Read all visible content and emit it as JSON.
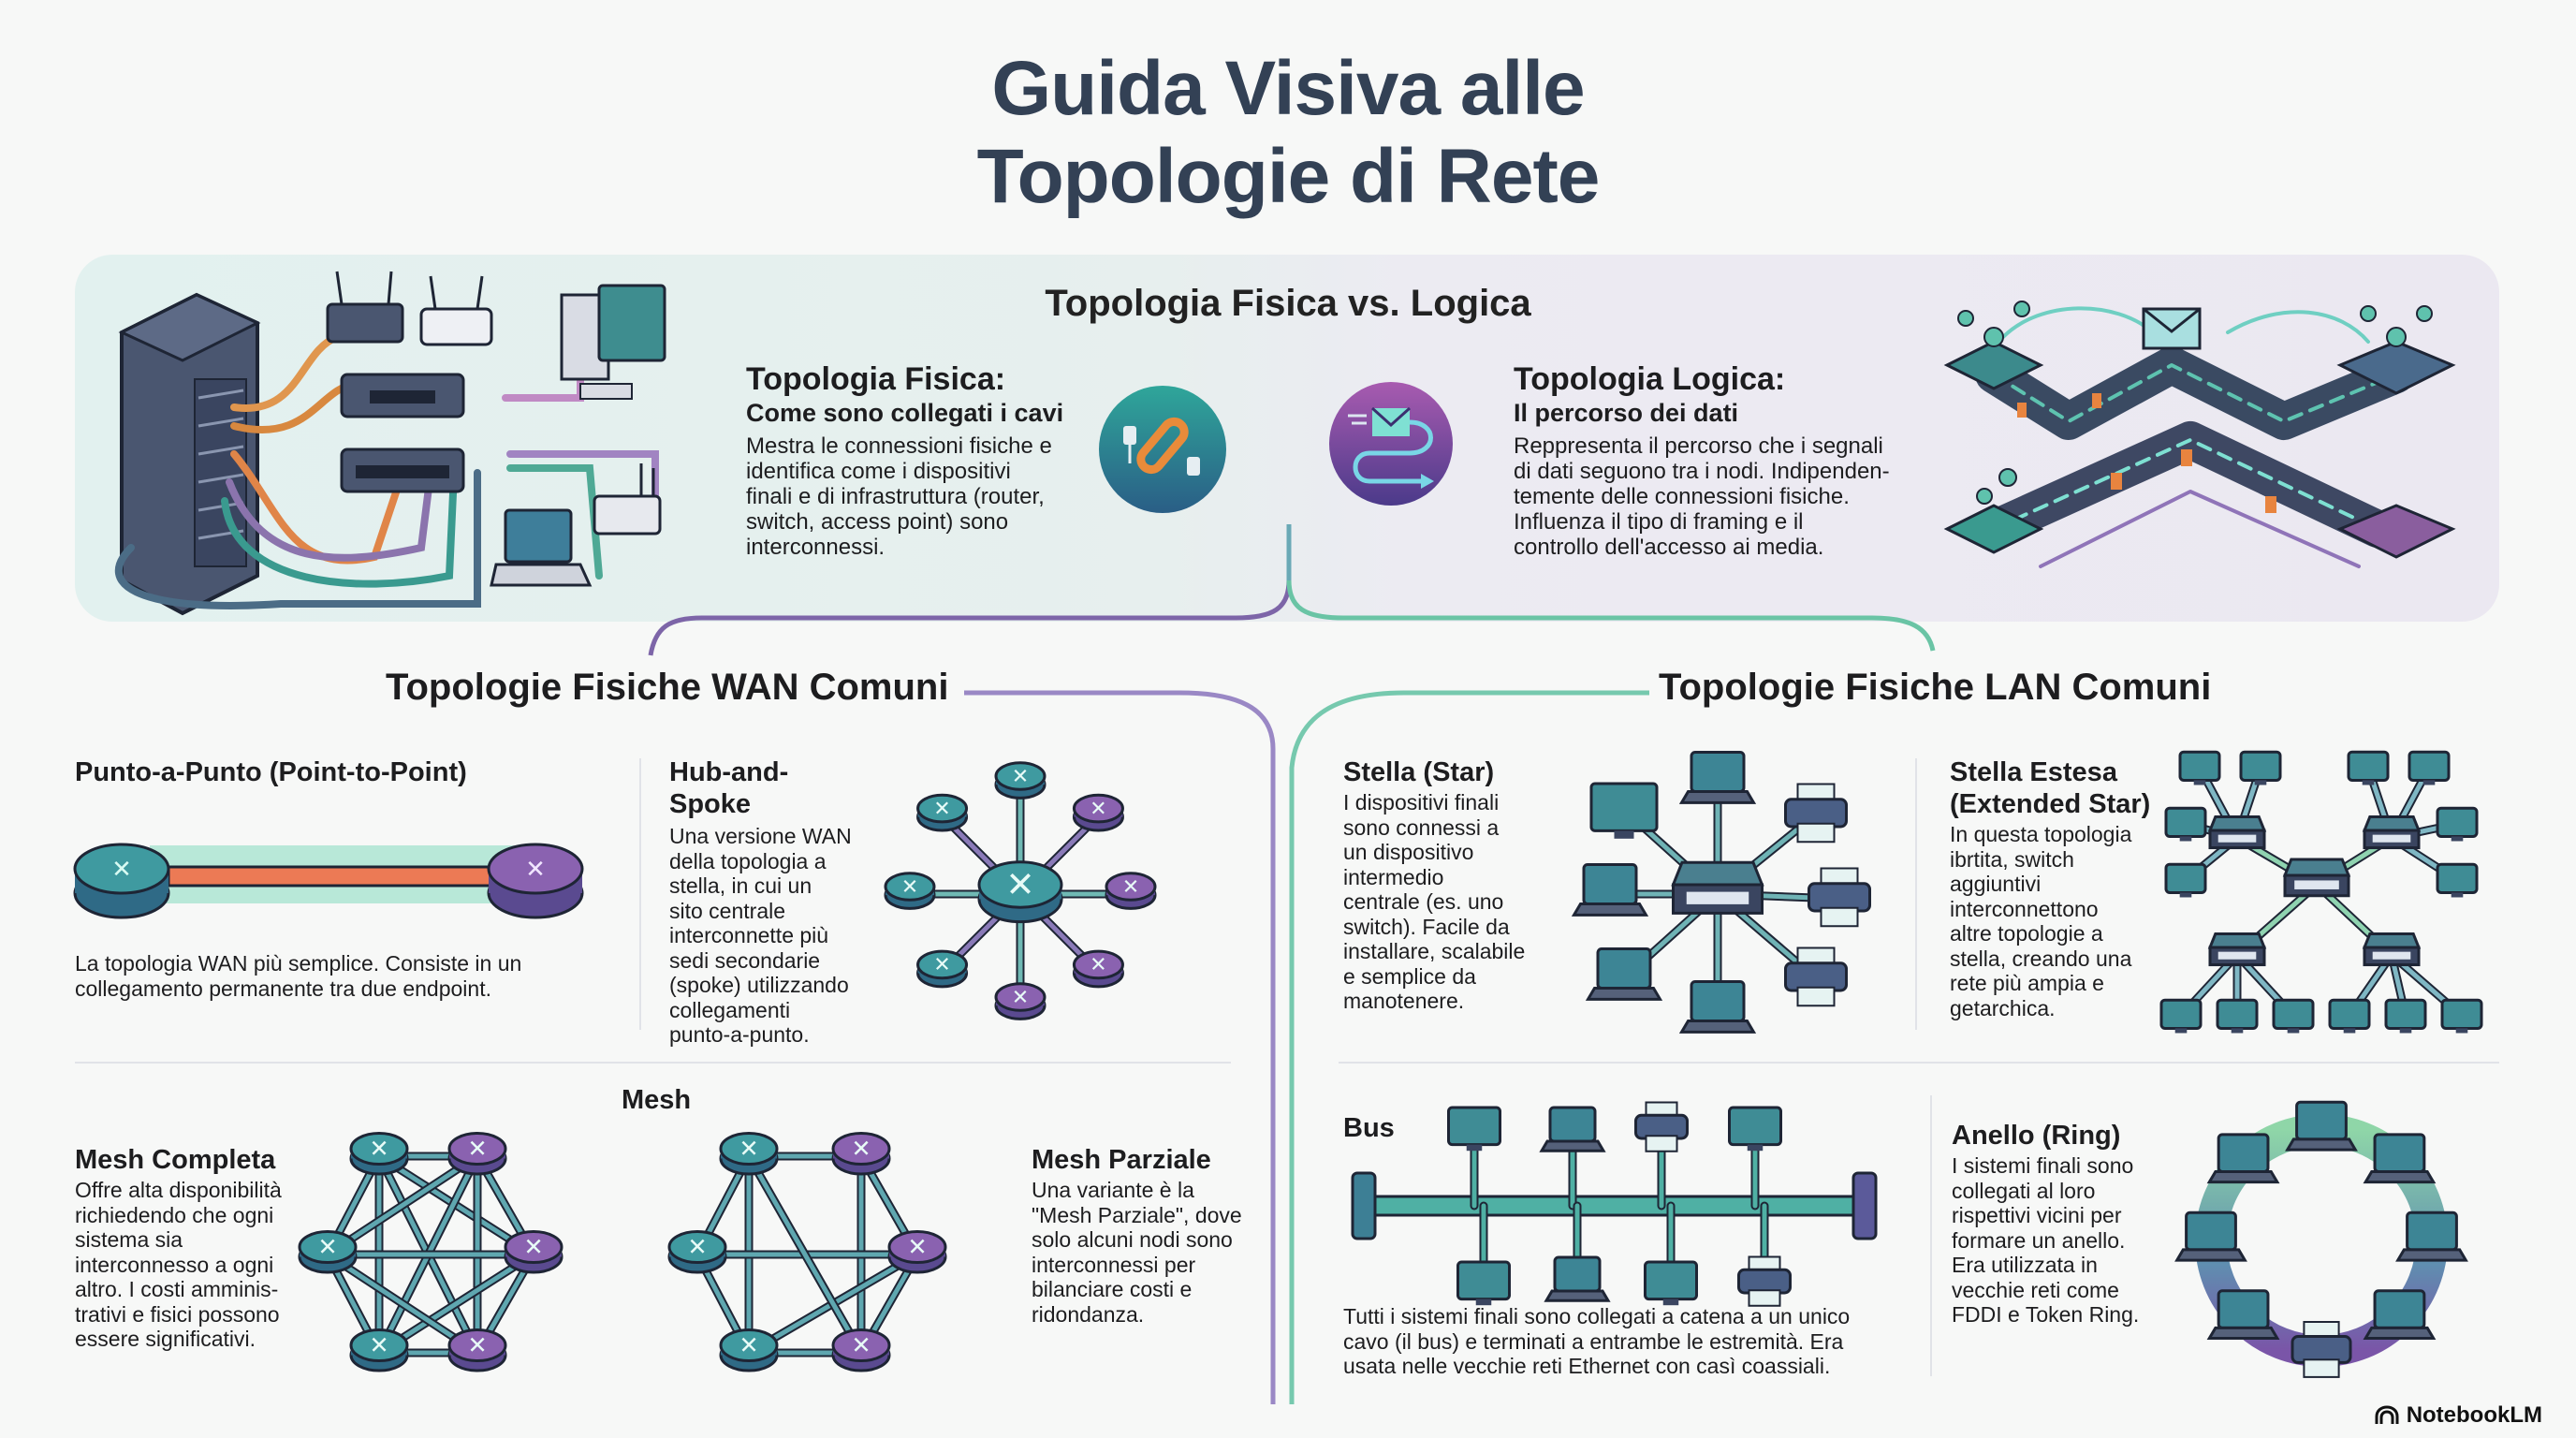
{
  "title": {
    "line1": "Guida Visiva alle",
    "line2": "Topologie di Rete"
  },
  "comparison": {
    "heading": "Topologia Fisica vs. Logica",
    "physical": {
      "title": "Topologia Fisica:",
      "subtitle": "Come sono collegati i cavi",
      "lines": [
        "Mestra le connessioni fisiche e",
        "identifica come i dispositivi",
        "finali e di infrastruttura (router,",
        "switch, access point) sono",
        "interconnessi."
      ],
      "icon": "cable-plug-icon",
      "accent": "#2f8f92"
    },
    "logical": {
      "title": "Topologia Logica:",
      "subtitle": "Il percorso dei dati",
      "lines": [
        "Reppresenta il percorso che i segnali",
        "di dati seguono tra i nodi. Indipenden-",
        "temente delle connessioni fisiche.",
        "Influenza il tipo di framing e il",
        "controllo dell'accesso ai media."
      ],
      "icon": "data-path-envelope-icon",
      "accent": "#8a4fa8"
    }
  },
  "wan": {
    "heading": "Topologie Fisiche WAN Comuni",
    "point_to_point": {
      "title": "Punto-a-Punto (Point-to-Point)",
      "lines": [
        "La topologia WAN più semplice. Consiste in un",
        "collegamento permanente tra due endpoint."
      ]
    },
    "hub_spoke": {
      "title": "Hub-and-Spoke",
      "lines": [
        "Una versione WAN",
        "della topologia a",
        "stella, in cui un",
        "sito centrale",
        "interconnette più",
        "sedi secondarie",
        "(spoke) utilizzando",
        "collegamenti",
        "punto-a-punto."
      ]
    },
    "mesh_heading": "Mesh",
    "mesh_full": {
      "title": "Mesh Completa",
      "lines": [
        "Offre alta disponibilità",
        "richiedendo che ogni",
        "sistema sia",
        "interconnesso a ogni",
        "altro. I costi amminis-",
        "trativi e fisici possono",
        "essere significativi."
      ]
    },
    "mesh_partial": {
      "title": "Mesh Parziale",
      "lines": [
        "Una variante è la",
        "\"Mesh Parziale\", dove",
        "solo alcuni nodi sono",
        "interconnessi per",
        "bilanciare costi e",
        "ridondanza."
      ]
    }
  },
  "lan": {
    "heading": "Topologie Fisiche LAN Comuni",
    "star": {
      "title": "Stella (Star)",
      "lines": [
        "I dispositivi finali",
        "sono connessi a",
        "un dispositivo",
        "intermedio",
        "centrale (es. uno",
        "switch). Facile da",
        "installare, scalabile",
        "e semplice da",
        "manotenere."
      ]
    },
    "extended_star": {
      "title1": "Stella Estesa",
      "title2": "(Extended Star)",
      "lines": [
        "In questa topologia",
        "ibrtita, switch",
        "aggiuntivi",
        "interconnettono",
        "altre topologie a",
        "stella, creando una",
        "rete più ampia e",
        "getarchica."
      ]
    },
    "bus": {
      "title": "Bus",
      "lines": [
        "Tutti i sistemi finali sono collegati a catena a un unico",
        "cavo (il bus) e terminati a entrambe le estremità. Era",
        "usata nelle vecchie reti Ethernet con casì coassiali."
      ]
    },
    "ring": {
      "title": "Anello (Ring)",
      "lines": [
        "I sistemi finali sono",
        "collegati al loro",
        "rispettivi vicini per",
        "formare un anello.",
        "Era utilizzata in",
        "vecchie reti come",
        "FDDI e Token Ring."
      ]
    }
  },
  "colors": {
    "teal": "#3a9a9a",
    "purple": "#7b5ea7",
    "navy": "#2f3e55",
    "orange": "#e8734f",
    "mint": "#7fd3b5",
    "title": "#334155"
  },
  "footer": {
    "brand": "NotebookLM",
    "icon": "notebooklm-logo-icon"
  }
}
